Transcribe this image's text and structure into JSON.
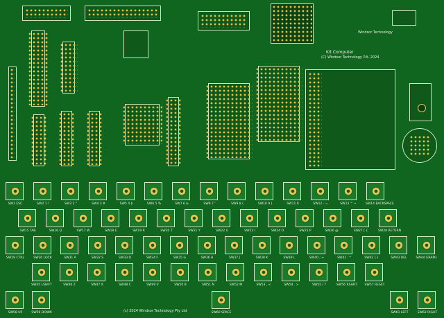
{
  "board": {
    "title": "Kit Computer",
    "copyright": "(C) Windsor Technology P.A. 2024",
    "footer_copyright": "(c) 2024 Windsor Technology Pty Ltd",
    "brand": "Windsor Technology"
  },
  "keyboard": {
    "row1": [
      "SW1 ESC",
      "SW2 1 !",
      "SW3 2 \"",
      "SW4 3 #",
      "SW5 4 $",
      "SW6 5 %",
      "SW7 6 &",
      "SW8 7 '",
      "SW9 8 (",
      "SW10 9 )",
      "SW11 0",
      "SW12 - =",
      "SW13 ^ ~",
      "SW14 BACKSPACE"
    ],
    "row2": [
      "SW15 TAB",
      "SW16 Q",
      "SW17 W",
      "SW18 E",
      "SW19 R",
      "SW20 T",
      "SW21 Y",
      "SW22 U",
      "SW23 I",
      "SW24 O",
      "SW25 P",
      "SW26 @ `",
      "SW27 [ {",
      "SW28 RETURN"
    ],
    "row3": [
      "SW29 CTRL",
      "SW30 LOCK",
      "SW31 A",
      "SW32 S",
      "SW33 D",
      "SW34 F",
      "SW35 G",
      "SW36 H",
      "SW37 J",
      "SW38 K",
      "SW39 L",
      "SW40 ; +",
      "SW41 : *",
      "SW42 ] }",
      "SW43 DEL",
      "SW44 GRAPH"
    ],
    "row4": [
      "SW45 LSHIFT",
      "SW46 Z",
      "SW47 X",
      "SW48 C",
      "SW49 V",
      "SW50 B",
      "SW51 N",
      "SW52 M",
      "SW53 , <",
      "SW54 . >",
      "SW55 / ?",
      "SW56 RSHIFT",
      "SW57 RESET"
    ],
    "row5": [
      "SW58 UP",
      "SW59 DOWN",
      "SW60 SPACE",
      "SW61 LEFT",
      "SW62 RIGHT"
    ]
  },
  "colors": {
    "pcb": "#11661f",
    "silk": "#e9f3e6",
    "pad": "#e8c450"
  }
}
